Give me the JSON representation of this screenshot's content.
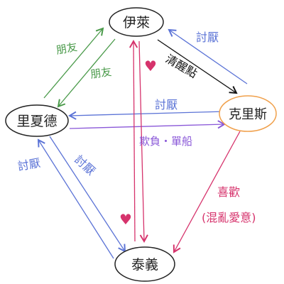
{
  "nodes": {
    "ilai": {
      "label": "伊萊"
    },
    "ricard": {
      "label": "里夏德"
    },
    "chris": {
      "label": "克里斯"
    },
    "taeui": {
      "label": "泰義"
    }
  },
  "edges": {
    "friends_up": {
      "label": "朋友",
      "color": "#4a9a4a"
    },
    "friends_down": {
      "label": "朋友",
      "color": "#4a9a4a"
    },
    "chris_ilai": {
      "label": "討厭",
      "color": "#5b73d6"
    },
    "ilai_chris": {
      "label": "清醒點",
      "color": "#111111"
    },
    "chris_ricard": {
      "label": "討厭",
      "color": "#5b73d6"
    },
    "ricard_chris": {
      "label": "欺負・單船",
      "color": "#8a58d8"
    },
    "ricard_taeui": {
      "label": "討厭",
      "color": "#5b73d6"
    },
    "taeui_ricard": {
      "label": "討厭",
      "color": "#5b73d6"
    },
    "chris_taeui": {
      "label": "喜歡",
      "sublabel": "(混亂愛意)",
      "color": "#d6336c"
    },
    "ilai_taeui": {
      "label": "♥",
      "color": "#d6336c"
    },
    "taeui_ilai": {
      "label": "♥",
      "color": "#d6336c"
    }
  },
  "colors": {
    "node_border": "#222222",
    "chris_border": "#f0a04b",
    "text": "#222222"
  }
}
